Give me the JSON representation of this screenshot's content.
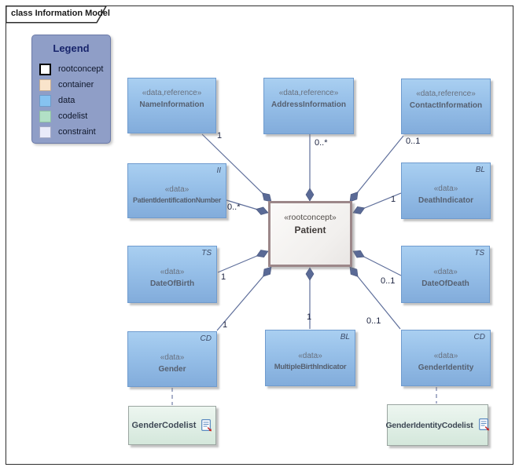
{
  "frame": {
    "title": "class Information Model"
  },
  "legend": {
    "title": "Legend",
    "items": [
      {
        "label": "rootconcept",
        "color": "#ffffff",
        "border": "#000000"
      },
      {
        "label": "container",
        "color": "#f9e4cb"
      },
      {
        "label": "data",
        "color": "#86c2f0"
      },
      {
        "label": "codelist",
        "color": "#b2e0c6"
      },
      {
        "label": "constraint",
        "color": "#e9ebf9"
      }
    ]
  },
  "nodes": {
    "patient": {
      "stereotype": "«rootconcept»",
      "name": "Patient"
    },
    "name_information": {
      "stereotype": "«data,reference»",
      "name": "NameInformation",
      "multiplicity": "1"
    },
    "address_information": {
      "stereotype": "«data,reference»",
      "name": "AddressInformation",
      "multiplicity": "0..*"
    },
    "contact_information": {
      "stereotype": "«data,reference»",
      "name": "ContactInformation",
      "multiplicity": "0..1"
    },
    "patient_identification_number": {
      "stereotype": "«data»",
      "name": "PatientIdentificationNumber",
      "type_tag": "II",
      "multiplicity": "0..*"
    },
    "death_indicator": {
      "stereotype": "«data»",
      "name": "DeathIndicator",
      "type_tag": "BL",
      "multiplicity": "1"
    },
    "date_of_birth": {
      "stereotype": "«data»",
      "name": "DateOfBirth",
      "type_tag": "TS",
      "multiplicity": "1"
    },
    "date_of_death": {
      "stereotype": "«data»",
      "name": "DateOfDeath",
      "type_tag": "TS",
      "multiplicity": "0..1"
    },
    "gender": {
      "stereotype": "«data»",
      "name": "Gender",
      "type_tag": "CD",
      "multiplicity": "1"
    },
    "multiple_birth_indicator": {
      "stereotype": "«data»",
      "name": "MultipleBirthIndicator",
      "type_tag": "BL",
      "multiplicity": "1"
    },
    "gender_identity": {
      "stereotype": "«data»",
      "name": "GenderIdentity",
      "type_tag": "CD",
      "multiplicity": "0..1"
    },
    "gender_codelist": {
      "name": "GenderCodelist"
    },
    "gender_identity_codelist": {
      "name": "GenderIdentityCodelist"
    }
  },
  "colors": {
    "connector": "#5f6f9b",
    "data_fill": "#96bfe8",
    "root_border": "#9c8789",
    "codelist_fill": "#dfeee5",
    "legend_bg": "#8f9ec7"
  }
}
